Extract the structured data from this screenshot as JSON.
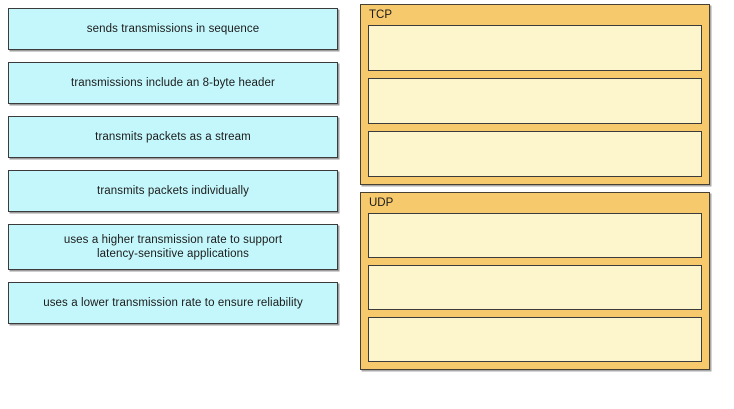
{
  "source_items": [
    {
      "label": "sends transmissions in sequence",
      "lines": 1
    },
    {
      "label": "transmissions include an 8-byte header",
      "lines": 1
    },
    {
      "label": "transmits packets as a stream",
      "lines": 1
    },
    {
      "label": "transmits packets individually",
      "lines": 1
    },
    {
      "label": "uses a higher transmission rate to support\nlatency-sensitive applications",
      "lines": 2
    },
    {
      "label": "uses a lower transmission rate to ensure reliability",
      "lines": 1
    }
  ],
  "panels": [
    {
      "title": "TCP",
      "slots": [
        {
          "value": ""
        },
        {
          "value": ""
        },
        {
          "value": ""
        }
      ]
    },
    {
      "title": "UDP",
      "slots": [
        {
          "value": ""
        },
        {
          "value": ""
        },
        {
          "value": ""
        }
      ]
    }
  ],
  "colors": {
    "source_fill": "#c4f7fb",
    "panel_fill": "#f7c96d",
    "slot_fill": "#fdf6cd",
    "border": "#3b3b3b",
    "text": "#1b1b1b",
    "background": "#ffffff"
  }
}
